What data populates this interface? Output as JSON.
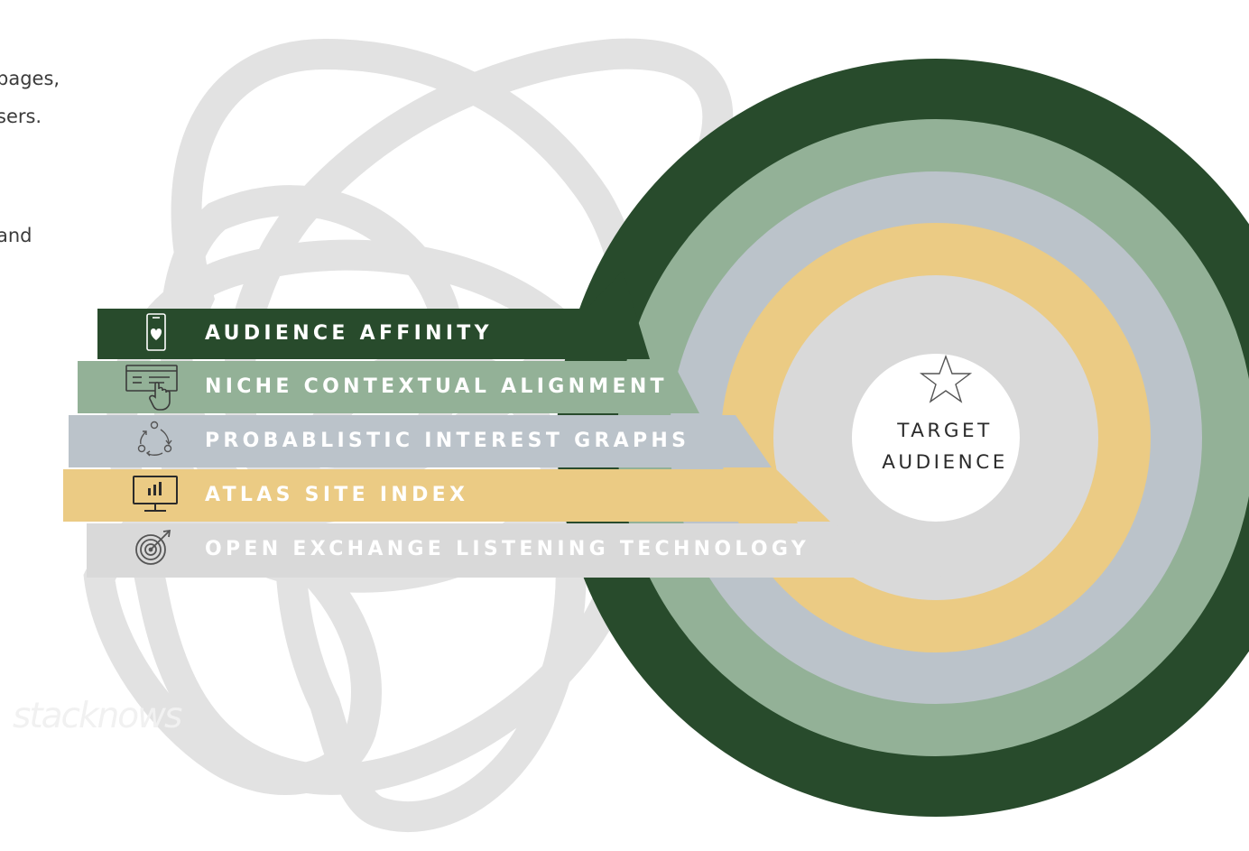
{
  "intro_fragments": [
    "pages,",
    "sers.",
    "and"
  ],
  "bands": [
    {
      "label": "AUDIENCE AFFINITY",
      "icon": "phone-heart-icon",
      "band_color": "#284b2c",
      "text_color": "#ffffff"
    },
    {
      "label": "NICHE CONTEXTUAL ALIGNMENT",
      "icon": "browser-click-icon",
      "band_color": "#93b197",
      "text_color": "#ffffff"
    },
    {
      "label": "PROBABLISTIC INTEREST GRAPHS",
      "icon": "network-cycle-icon",
      "band_color": "#bbc3ca",
      "text_color": "#ffffff"
    },
    {
      "label": "ATLAS SITE INDEX",
      "icon": "monitor-chart-icon",
      "band_color": "#ebcb84",
      "text_color": "#ffffff"
    },
    {
      "label": "OPEN EXCHANGE LISTENING TECHNOLOGY",
      "icon": "target-icon",
      "band_color": "#d9d9d9",
      "text_color": "#ffffff"
    }
  ],
  "center": {
    "line1": "TARGET",
    "line2": "AUDIENCE",
    "icon": "star-icon"
  },
  "watermark": "stacknows",
  "colors": {
    "background": "#ffffff",
    "orbit_lines": "#e2e2e2",
    "center": "#ffffff",
    "text_dark": "#2b2b2b"
  }
}
